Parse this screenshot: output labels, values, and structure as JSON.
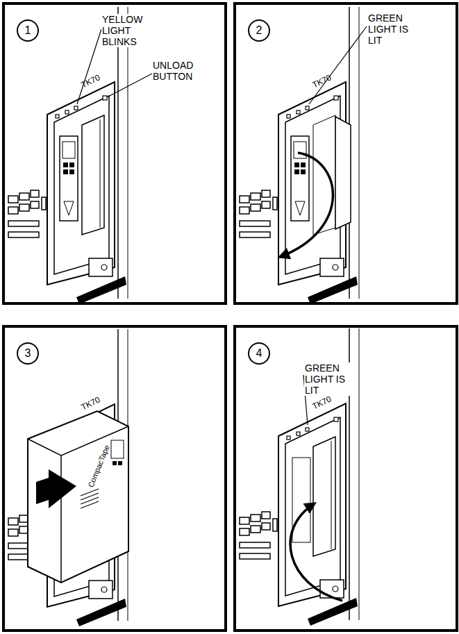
{
  "diagram": {
    "nodes": [
      {
        "text": [
          "1"
        ]
      },
      {
        "text": [
          "2"
        ]
      },
      {
        "text": [
          "3"
        ]
      },
      {
        "text": [
          "4"
        ]
      }
    ],
    "labels": [
      "YELLOW LIGHT BLINKS",
      "UNLOAD BUTTON",
      "TK70",
      "GREEN LIGHT IS LIT",
      "TK70",
      "TK70",
      "CompacTape",
      "GREEN LIGHT IS LIT",
      "TK70"
    ]
  }
}
